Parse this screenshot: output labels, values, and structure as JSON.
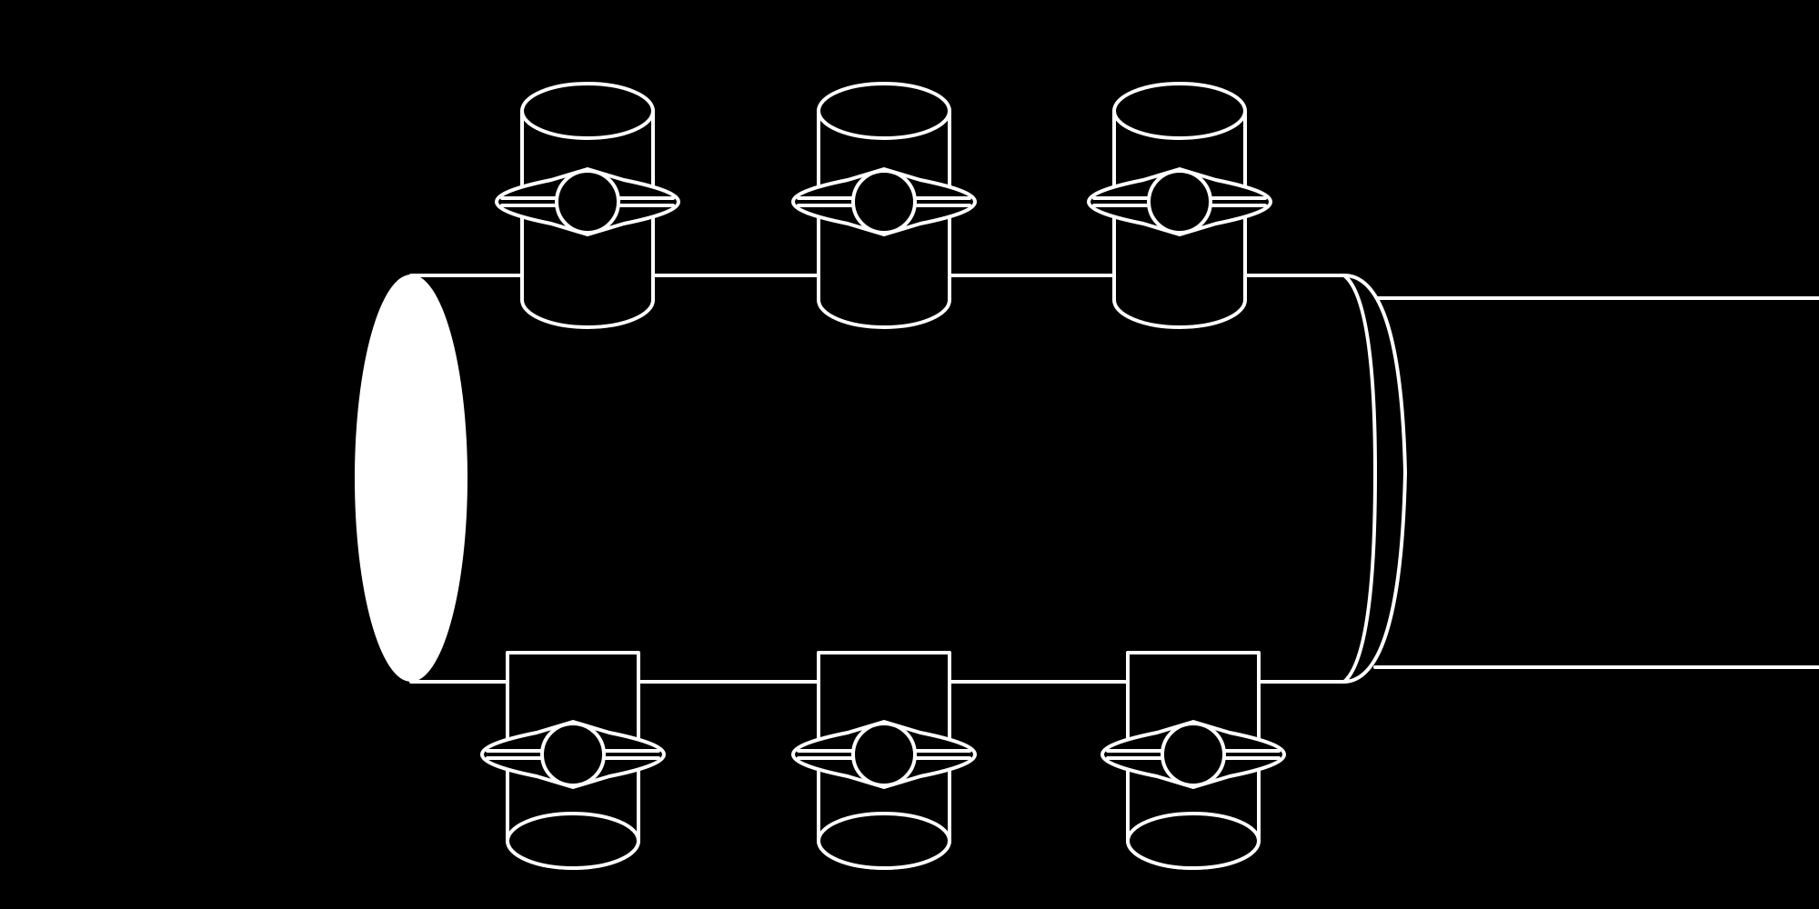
{
  "background_color": "#000000",
  "line_color": "#ffffff",
  "subject": "guitar-headstock-line-art",
  "tuning_pegs": {
    "top_row_count": 3,
    "bottom_row_count": 3
  }
}
